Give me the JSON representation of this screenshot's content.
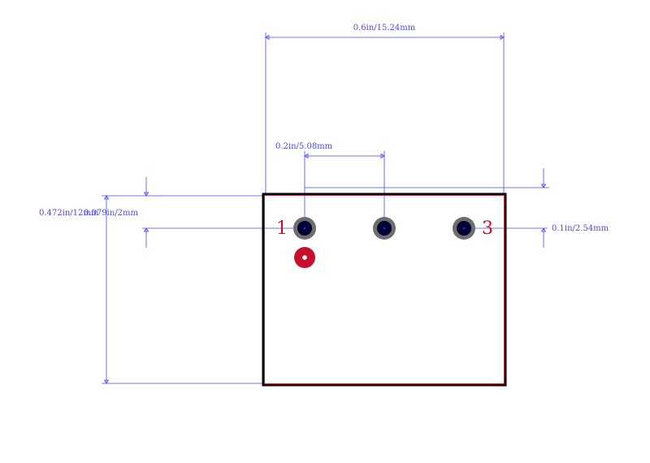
{
  "colors": {
    "dimension": "#4a4af0",
    "outline": "#000000",
    "outline_inner": "#c0102a",
    "pad_ring": "#6e6e6e",
    "pad_core": "#000033",
    "pad_center": "#2828ff",
    "pin1_marker": "#c8102e",
    "pin_label": "#c8102e",
    "background": "#ffffff"
  },
  "dimensions": {
    "overall_width": "0.6in/15.24mm",
    "pitch": "0.2in/5.08mm",
    "overall_height": "0.472in/12mm",
    "pin_offset": "0.079in/2mm",
    "pad_spacing": "0.1in/2.54mm"
  },
  "pins": {
    "first_label": "1",
    "last_label": "3"
  }
}
